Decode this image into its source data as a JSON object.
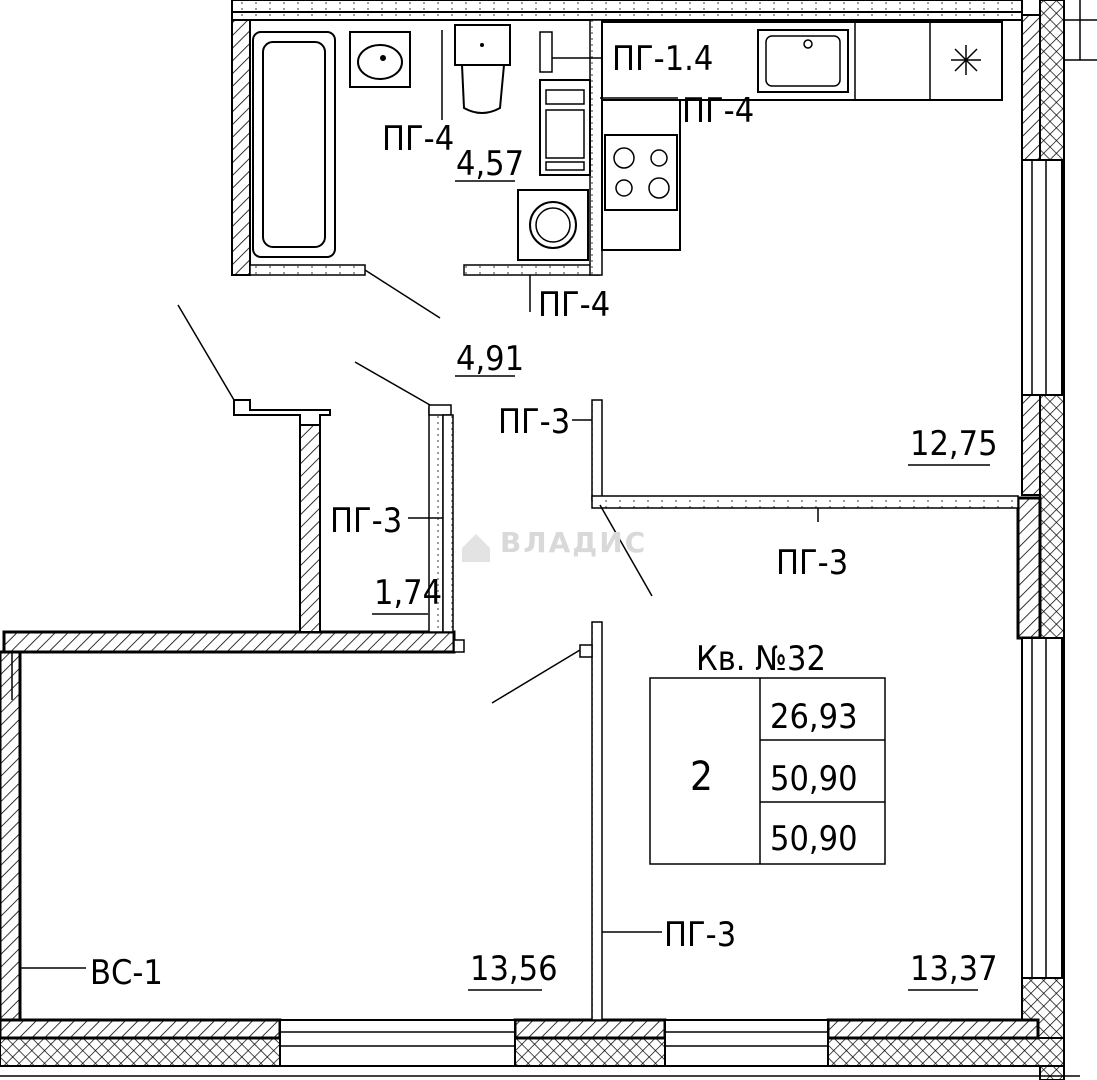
{
  "apartment": {
    "title": "Кв. №32",
    "rooms_count": "2",
    "areas": [
      "26,93",
      "50,90",
      "50,90"
    ]
  },
  "rooms": {
    "bathroom": "4,57",
    "hall": "4,91",
    "closet": "1,74",
    "kitchen": "12,75",
    "room_left": "13,56",
    "room_right": "13,37"
  },
  "partition_labels": {
    "pg14": "ПГ-1.4",
    "pg4_top": "ПГ-4",
    "pg4_bath": "ПГ-4",
    "pg4_bottom": "ПГ-4",
    "pg3_kitchen": "ПГ-3",
    "pg3_closet": "ПГ-3",
    "pg3_right": "ПГ-3",
    "pg3_mid": "ПГ-3",
    "bc1": "ВС-1"
  },
  "watermark": "ВЛАДИС"
}
